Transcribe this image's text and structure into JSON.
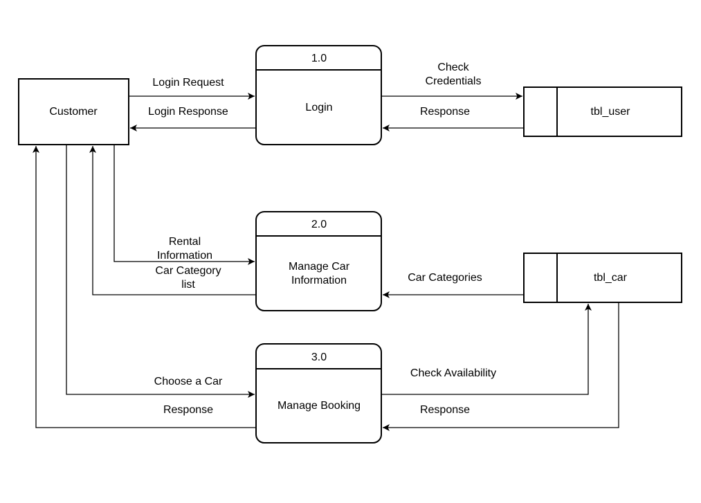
{
  "entity": {
    "name": "Customer"
  },
  "processes": [
    {
      "id": "1.0",
      "name": "Login"
    },
    {
      "id": "2.0",
      "name": "Manage Car\nInformation"
    },
    {
      "id": "3.0",
      "name": "Manage Booking"
    }
  ],
  "stores": [
    {
      "name": "tbl_user"
    },
    {
      "name": "tbl_car"
    }
  ],
  "flows": {
    "login_request": "Login Request",
    "login_response": "Login Response",
    "check_credentials": "Check\nCredentials",
    "user_response": "Response",
    "rental_information": "Rental\nInformation",
    "car_category_list": "Car Category\nlist",
    "car_categories": "Car Categories",
    "choose_a_car": "Choose a Car",
    "booking_response": "Response",
    "check_availability": "Check Availability",
    "car_response": "Response"
  },
  "colors": {
    "stroke": "#000000",
    "background": "#ffffff"
  }
}
